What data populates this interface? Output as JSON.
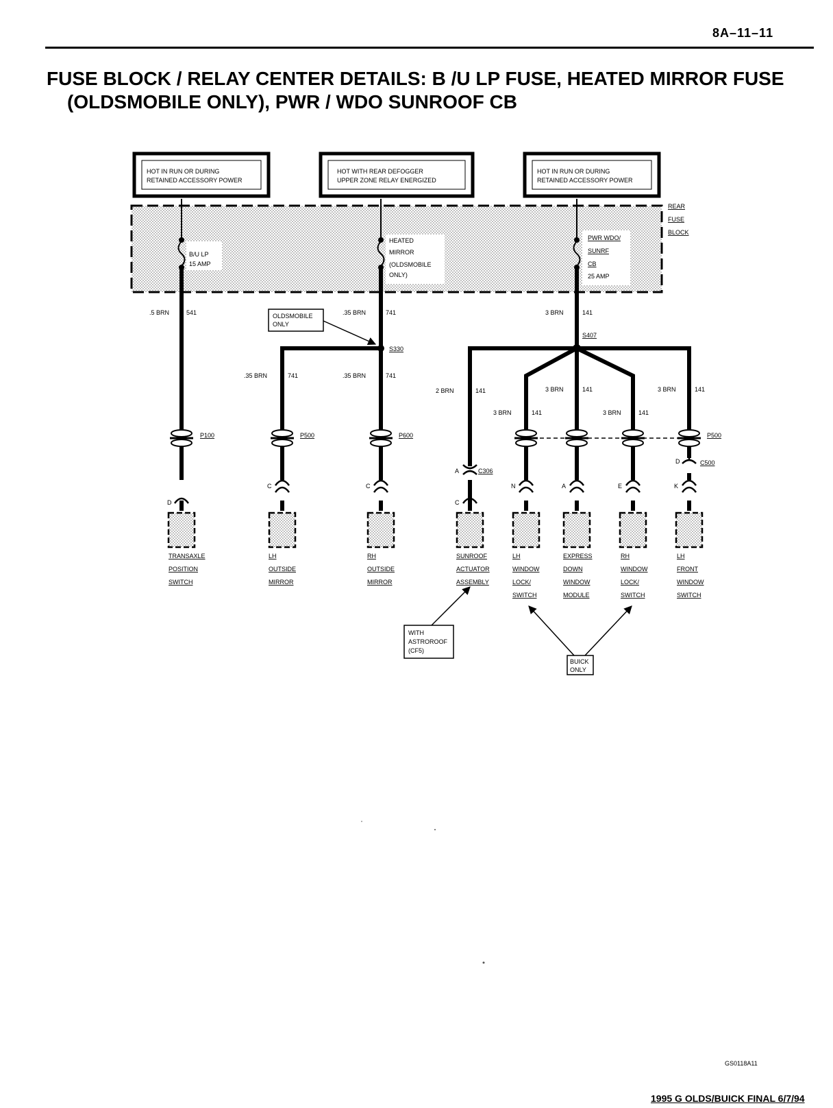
{
  "page_number": "8A–11–11",
  "title_line1": "FUSE BLOCK / RELAY CENTER DETAILS:  B /U LP FUSE, HEATED MIRROR FUSE",
  "title_line2": "(OLDSMOBILE ONLY), PWR / WDO SUNROOF CB",
  "hot_boxes": [
    {
      "line1": "HOT IN RUN OR DURING",
      "line2": "RETAINED ACCESSORY POWER"
    },
    {
      "line1": "HOT WITH REAR DEFOGGER",
      "line2": "UPPER ZONE RELAY ENERGIZED"
    },
    {
      "line1": "HOT IN RUN OR DURING",
      "line2": "RETAINED ACCESSORY POWER"
    }
  ],
  "fuse_block_label": [
    "REAR",
    "FUSE",
    "BLOCK"
  ],
  "fuses": [
    {
      "lines": [
        "B/U LP",
        "15 AMP"
      ]
    },
    {
      "lines": [
        "HEATED",
        "MIRROR",
        "(OLDSMOBILE",
        "ONLY)"
      ]
    },
    {
      "lines": [
        "PWR WDO/",
        "SUNRF",
        "CB",
        "25 AMP"
      ]
    }
  ],
  "wires": {
    "w541": {
      "gauge": ".5 BRN",
      "circuit": "541"
    },
    "w741_main": {
      "gauge": ".35 BRN",
      "circuit": "741"
    },
    "w741_left": {
      "gauge": ".35 BRN",
      "circuit": "741"
    },
    "w741_right": {
      "gauge": ".35 BRN",
      "circuit": "741"
    },
    "w141_main": {
      "gauge": "3 BRN",
      "circuit": "141"
    },
    "w141_sunroof": {
      "gauge": "2 BRN",
      "circuit": "141"
    },
    "w141_lh": {
      "gauge": "3 BRN",
      "circuit": "141"
    },
    "w141_express": {
      "gauge": "3 BRN",
      "circuit": "141"
    },
    "w141_rh": {
      "gauge": "3 BRN",
      "circuit": "141"
    },
    "w141_front": {
      "gauge": "3 BRN",
      "circuit": "141"
    }
  },
  "splices": {
    "s330": "S330",
    "s407": "S407"
  },
  "notes": {
    "oldsmobile": [
      "OLDSMOBILE",
      "ONLY"
    ],
    "astroroof": [
      "WITH",
      "ASTROROOF",
      "(CF5)"
    ],
    "buick": [
      "BUICK",
      "ONLY"
    ]
  },
  "connectors": {
    "p100": "P100",
    "p500a": "P500",
    "p600": "P600",
    "p500b": "P500",
    "c306": "C306",
    "c500": "C500"
  },
  "pins": {
    "transaxle": "D",
    "lh_mirror": "C",
    "rh_mirror": "C",
    "c306_a": "A",
    "sunroof": "C",
    "lh_window": "N",
    "express": "A",
    "rh_window": "E",
    "c500_d": "D",
    "front": "K"
  },
  "components": [
    {
      "lines": [
        "TRANSAXLE",
        "POSITION",
        "SWITCH"
      ]
    },
    {
      "lines": [
        "LH",
        "OUTSIDE",
        "MIRROR"
      ]
    },
    {
      "lines": [
        "RH",
        "OUTSIDE",
        "MIRROR"
      ]
    },
    {
      "lines": [
        "SUNROOF",
        "ACTUATOR",
        "ASSEMBLY"
      ]
    },
    {
      "lines": [
        "LH",
        "WINDOW",
        "LOCK/",
        "SWITCH"
      ]
    },
    {
      "lines": [
        "EXPRESS",
        "DOWN",
        "WINDOW",
        "MODULE"
      ]
    },
    {
      "lines": [
        "RH",
        "WINDOW",
        "LOCK/",
        "SWITCH"
      ]
    },
    {
      "lines": [
        "LH",
        "FRONT",
        "WINDOW",
        "SWITCH"
      ]
    }
  ],
  "footer_code": "GS0118A11",
  "footer_final": "1995 G OLDS/BUICK FINAL  6/7/94"
}
